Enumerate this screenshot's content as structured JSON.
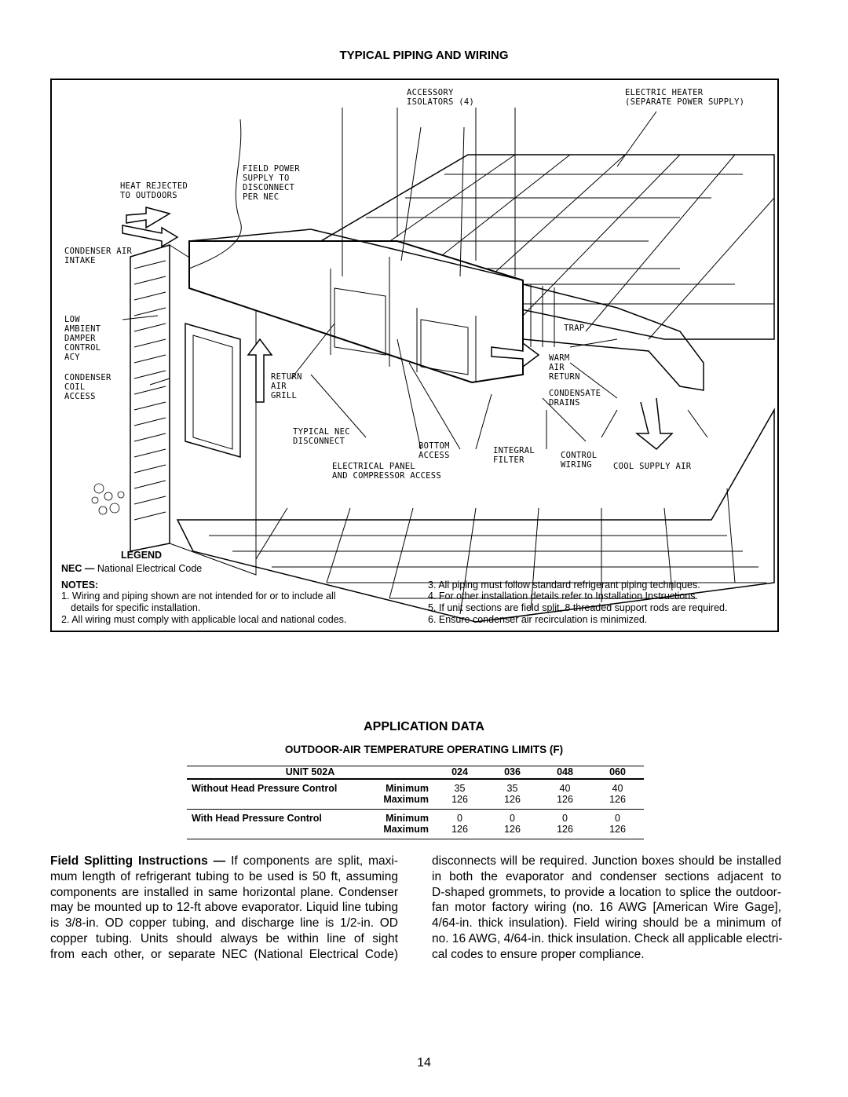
{
  "section1_title": "TYPICAL PIPING AND WIRING",
  "diagram": {
    "labels": {
      "accessory_isolators": "ACCESSORY\nISOLATORS (4)",
      "electric_heater": "ELECTRIC HEATER\n(SEPARATE POWER SUPPLY)",
      "field_power": "FIELD POWER\nSUPPLY TO\nDISCONNECT\nPER NEC",
      "heat_rejected": "HEAT REJECTED\nTO OUTDOORS",
      "condenser_air_intake": "CONDENSER AIR\nINTAKE",
      "low_ambient": "LOW\nAMBIENT\nDAMPER\nCONTROL\nACY",
      "condenser_coil_access": "CONDENSER\nCOIL\nACCESS",
      "return_air_grill": "RETURN\nAIR\nGRILL",
      "trap": "TRAP",
      "warm_air_return": "WARM\nAIR\nRETURN",
      "condensate_drains": "CONDENSATE\nDRAINS",
      "typical_nec_disconnect": "TYPICAL NEC\nDISCONNECT",
      "bottom_access": "BOTTOM\nACCESS",
      "integral_filter": "INTEGRAL\nFILTER",
      "control_wiring": "CONTROL\nWIRING",
      "cool_supply_air": "COOL SUPPLY AIR",
      "electrical_panel": "ELECTRICAL PANEL\nAND COMPRESSOR ACCESS"
    }
  },
  "legend": {
    "title": "LEGEND",
    "abbr": "NEC —",
    "definition": "National Electrical Code"
  },
  "notes": {
    "title": "NOTES:",
    "items": [
      "1. Wiring and piping shown are not intended for or to include all",
      "details for specific installation.",
      "2. All wiring must comply with applicable local and national codes.",
      "3. All piping must follow standard refrigerant piping techniques.",
      "4. For other installation details refer to Installation Instructions.",
      "5. If unit sections are field split, 8 threaded support rods are required.",
      "6. Ensure condenser air recirculation is minimized."
    ]
  },
  "section2_title": "APPLICATION DATA",
  "table_title": "OUTDOOR-AIR TEMPERATURE OPERATING LIMITS (F)",
  "table": {
    "unit_header": "UNIT 502A",
    "columns": [
      "024",
      "036",
      "048",
      "060"
    ],
    "rows": [
      {
        "group": "Without Head Pressure Control",
        "type": "Minimum",
        "values": [
          "35",
          "35",
          "40",
          "40"
        ]
      },
      {
        "group": "",
        "type": "Maximum",
        "values": [
          "126",
          "126",
          "126",
          "126"
        ]
      },
      {
        "group": "With Head Pressure Control",
        "type": "Minimum",
        "values": [
          "0",
          "0",
          "0",
          "0"
        ]
      },
      {
        "group": "",
        "type": "Maximum",
        "values": [
          "126",
          "126",
          "126",
          "126"
        ]
      }
    ]
  },
  "field_splitting": {
    "heading": "Field Splitting Instructions —",
    "left_lines": [
      " If components are split, maxi-",
      "mum length of refrigerant tubing to be used is 50 ft, assuming",
      "components are installed in same horizontal plane. Condenser",
      "may be mounted up to 12-ft above evaporator. Liquid line tubing",
      "is 3/8-in. OD copper tubing, and discharge line is 1/2-in. OD",
      "copper tubing. Units should always be within line of sight",
      "from each other, or separate NEC (National Electrical Code)"
    ],
    "right_lines": [
      "disconnects will be required. Junction boxes should be installed",
      "in both the evaporator and condenser sections adjacent to",
      "D-shaped grommets, to provide a location to splice the outdoor-",
      "fan motor factory wiring (no. 16 AWG [American Wire Gage],",
      "4/64-in. thick insulation). Field wiring should be a minimum of",
      "no. 16 AWG, 4/64-in. thick insulation. Check all applicable electri-",
      "cal codes to ensure proper compliance."
    ]
  },
  "page_number": "14"
}
